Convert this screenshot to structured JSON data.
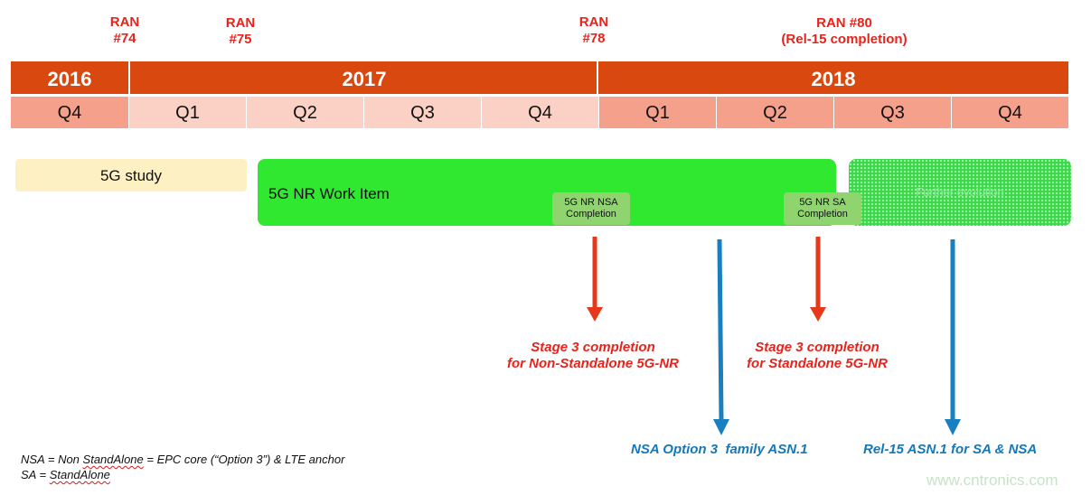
{
  "ran_markers": [
    {
      "label": "RAN\n#74"
    },
    {
      "label": "RAN\n#75"
    },
    {
      "label": "RAN\n#78"
    },
    {
      "label": "RAN #80\n(Rel-15 completion)"
    }
  ],
  "years": [
    "2016",
    "2017",
    "2018"
  ],
  "quarters": [
    "Q4",
    "Q1",
    "Q2",
    "Q3",
    "Q4",
    "Q1",
    "Q2",
    "Q3",
    "Q4"
  ],
  "bars": {
    "study": "5G study",
    "work_item": "5G NR Work Item",
    "further": "Further evolution"
  },
  "milestones": {
    "nsa": "5G NR NSA\nCompletion",
    "sa": "5G NR SA\nCompletion"
  },
  "annotations": {
    "stage3_nsa": "Stage 3 completion\nfor Non-Standalone 5G-NR",
    "stage3_sa": "Stage 3 completion\nfor Standalone 5G-NR",
    "asn_nsa": "NSA Option 3  family ASN.1",
    "asn_rel15": "Rel-15 ASN.1 for SA & NSA"
  },
  "legend": {
    "line1_prefix": "NSA = Non ",
    "line1_underlined": "StandAlone",
    "line1_suffix": " = EPC core (“Option 3”) & LTE anchor",
    "line2_prefix": "SA = ",
    "line2_underlined": "StandAlone"
  },
  "watermark": "www.cntronics.com",
  "colors": {
    "year_bar": "#d9480f",
    "quarter_dark": "#f5a08a",
    "quarter_light": "#fbd1c5",
    "red_text": "#e8231b",
    "blue_text": "#1478b8",
    "work_item": "#2fe82f",
    "milestone": "#8fd46e",
    "study": "#fdf1c3",
    "red_arrow": "#e8381b",
    "blue_arrow": "#1a7fc0"
  }
}
